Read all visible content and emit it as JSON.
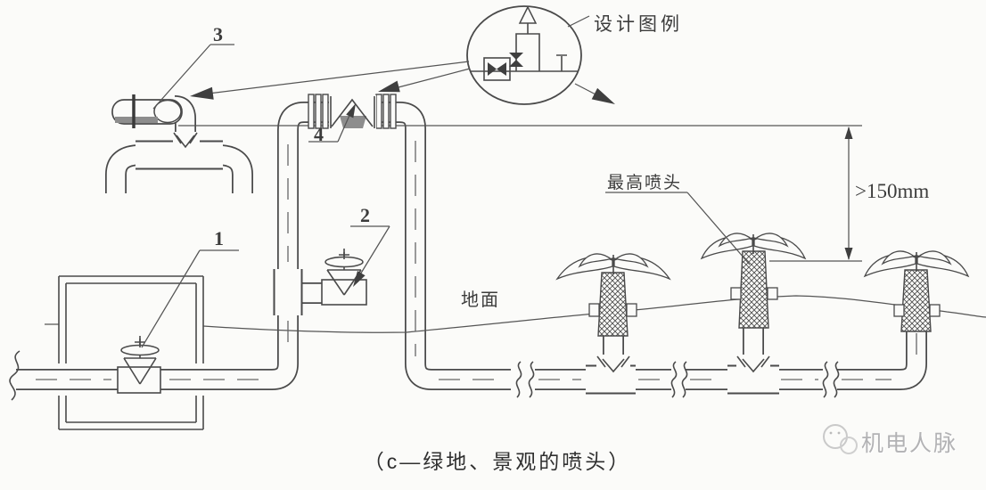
{
  "diagram": {
    "legend": {
      "title": "设计图例"
    },
    "labels": {
      "l1": "1",
      "l2": "2",
      "l3": "3",
      "l4": "4"
    },
    "annotations": {
      "max_sprinkler": "最高喷头",
      "ground": "地面",
      "dimension": ">150mm"
    },
    "caption": "（c—绿地、景观的喷头）",
    "watermark": "机电人脉",
    "colors": {
      "line": "#4a4a4a",
      "background": "#fbfbf9",
      "shade": "#8d8d8d",
      "watermark": "#b2b2b4"
    }
  }
}
